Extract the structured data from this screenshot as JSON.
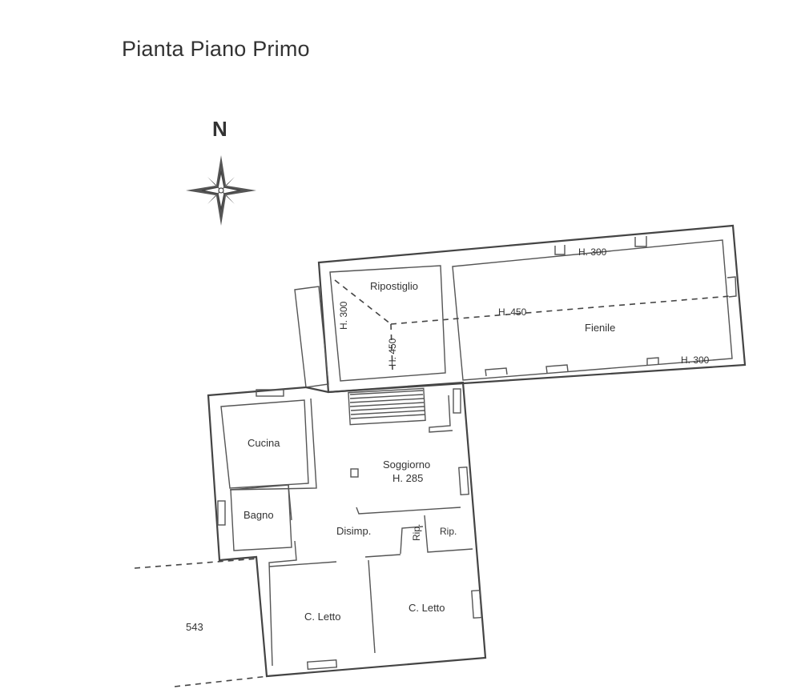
{
  "title": "Pianta Piano Primo",
  "compass": {
    "label": "N",
    "icon": "compass-rose-icon"
  },
  "rooms": {
    "ripostiglio": "Ripostiglio",
    "fienile": "Fienile",
    "cucina": "Cucina",
    "soggiorno": "Soggiorno",
    "soggiorno_h": "H. 285",
    "bagno": "Bagno",
    "disimp": "Disimp.",
    "rip_a": "Rip.",
    "rip_b": "Rip.",
    "letto_a": "C. Letto",
    "letto_b": "C. Letto"
  },
  "heights": {
    "fienile_top": "H. 300",
    "fienile_mid": "H. 450",
    "fienile_bottom": "H. 300",
    "ripost_left": "H. 300",
    "ripost_mid": "H. 450"
  },
  "parcel": "543"
}
